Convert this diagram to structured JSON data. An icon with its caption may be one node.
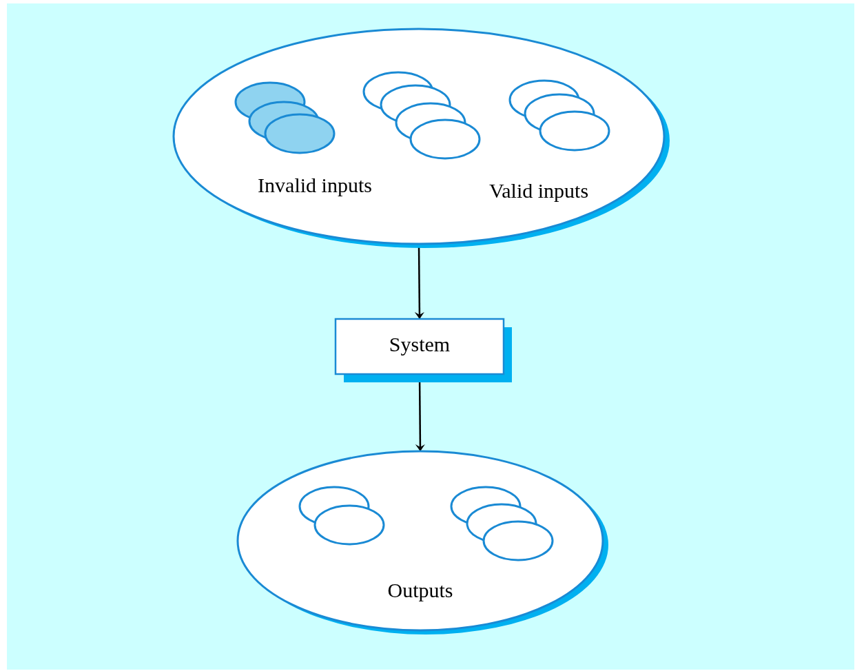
{
  "diagram": {
    "nodes": [
      {
        "text": [
          "Invalid inputs",
          "Valid inputs"
        ]
      },
      {
        "text": [
          "System"
        ]
      },
      {
        "text": [
          "Outputs"
        ]
      }
    ],
    "edges": [
      {
        "from": 0,
        "to": 1,
        "arrow": "to"
      },
      {
        "from": 1,
        "to": 2,
        "arrow": "to"
      }
    ]
  }
}
